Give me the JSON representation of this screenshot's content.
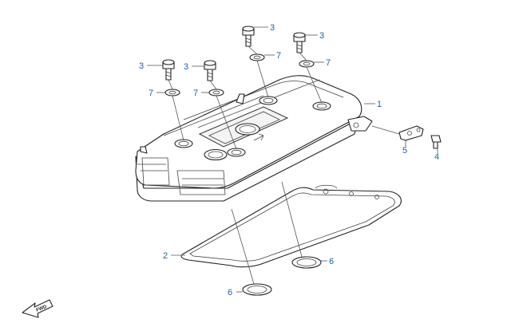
{
  "callouts": [
    {
      "key": "c1",
      "label": "1"
    },
    {
      "key": "c2",
      "label": "2"
    },
    {
      "key": "c3a",
      "label": "3"
    },
    {
      "key": "c3b",
      "label": "3"
    },
    {
      "key": "c3c",
      "label": "3"
    },
    {
      "key": "c3d",
      "label": "3"
    },
    {
      "key": "c4",
      "label": "4"
    },
    {
      "key": "c5",
      "label": "5"
    },
    {
      "key": "c6a",
      "label": "6"
    },
    {
      "key": "c6b",
      "label": "6"
    },
    {
      "key": "c7a",
      "label": "7"
    },
    {
      "key": "c7b",
      "label": "7"
    },
    {
      "key": "c7c",
      "label": "7"
    },
    {
      "key": "c7d",
      "label": "7"
    }
  ],
  "fwd_arrow": {
    "label": "FWD"
  },
  "colors": {
    "callout": "#1f5fa8",
    "line": "#222222"
  }
}
